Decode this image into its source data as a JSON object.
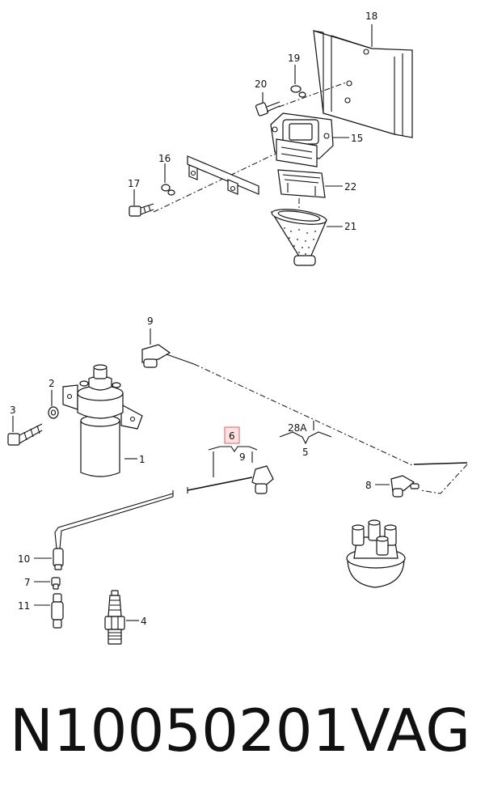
{
  "labels": {
    "l18": "18",
    "l19": "19",
    "l20": "20",
    "l15": "15",
    "l16": "16",
    "l17": "17",
    "l22": "22",
    "l21": "21",
    "l9a": "9",
    "l2": "2",
    "l3": "3",
    "l1": "1",
    "l28a": "28A",
    "l5": "5",
    "l6": "6",
    "l9b": "9",
    "l8": "8",
    "l10": "10",
    "l7": "7",
    "l11": "11",
    "l4": "4"
  },
  "caption": {
    "part_number": "N10050201",
    "brand": "VAG"
  },
  "colors": {
    "highlight_fill": "#fbe3e3",
    "highlight_stroke": "#e06060"
  }
}
